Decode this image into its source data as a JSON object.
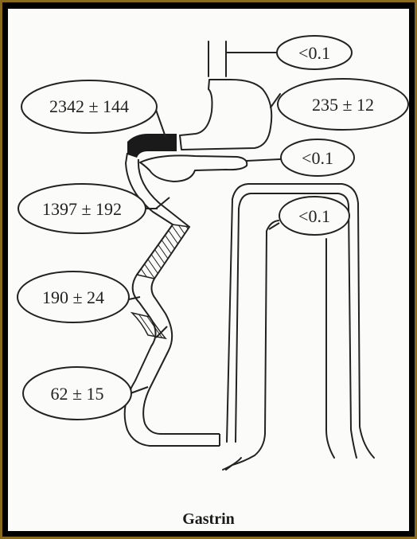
{
  "diagram": {
    "caption": "Gastrin",
    "labels": {
      "esophagus": "<0.1",
      "gastric_antrum_left": "2342 ± 144",
      "stomach_body": "235 ± 12",
      "pancreas": "<0.1",
      "duodenum_upper": "1397 ± 192",
      "duodenum_mid": "190 ± 24",
      "duodenum_lower": "62 ± 15",
      "colon": "<0.1"
    }
  },
  "colors": {
    "frame": "#8a6a1c",
    "ink": "#222222",
    "paper": "#fbfbf9"
  }
}
